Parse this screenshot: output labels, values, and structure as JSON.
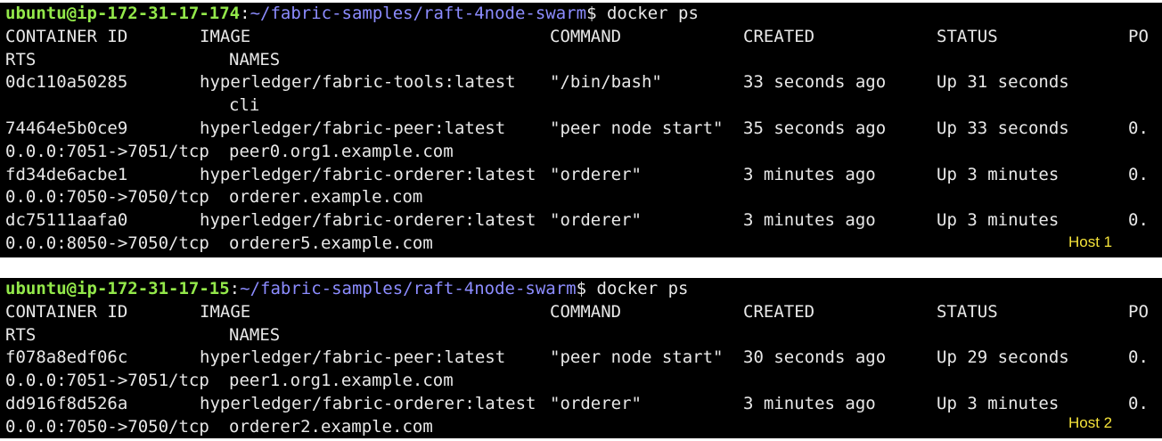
{
  "hosts": [
    {
      "prompt_user_host": "ubuntu@ip-172-31-17-174",
      "prompt_colon": ":",
      "prompt_path": "~/fabric-samples/raft-4node-swarm",
      "prompt_dollar": "$ ",
      "command": "docker ps",
      "header": {
        "container_id": "CONTAINER ID",
        "image": "IMAGE",
        "command": "COMMAND",
        "created": "CREATED",
        "status": "STATUS",
        "ports_head": "PO",
        "ports_tail": "RTS",
        "names": "NAMES"
      },
      "rows": [
        {
          "container_id": "0dc110a50285",
          "image": "hyperledger/fabric-tools:latest",
          "command": "\"/bin/bash\"",
          "created": "33 seconds ago",
          "status": "Up 31 seconds",
          "ports_head": "",
          "ports_tail": "",
          "names": "cli"
        },
        {
          "container_id": "74464e5b0ce9",
          "image": "hyperledger/fabric-peer:latest",
          "command": "\"peer node start\"",
          "created": "35 seconds ago",
          "status": "Up 33 seconds",
          "ports_head": "0.",
          "ports_tail": "0.0.0:7051->7051/tcp",
          "names": "peer0.org1.example.com"
        },
        {
          "container_id": "fd34de6acbe1",
          "image": "hyperledger/fabric-orderer:latest",
          "command": "\"orderer\"",
          "created": "3 minutes ago",
          "status": "Up 3 minutes",
          "ports_head": "0.",
          "ports_tail": "0.0.0:7050->7050/tcp",
          "names": "orderer.example.com"
        },
        {
          "container_id": "dc75111aafa0",
          "image": "hyperledger/fabric-orderer:latest",
          "command": "\"orderer\"",
          "created": "3 minutes ago",
          "status": "Up 3 minutes",
          "ports_head": "0.",
          "ports_tail": "0.0.0:8050->7050/tcp",
          "names": "orderer5.example.com"
        }
      ],
      "label": "Host 1"
    },
    {
      "prompt_user_host": "ubuntu@ip-172-31-17-15",
      "prompt_colon": ":",
      "prompt_path": "~/fabric-samples/raft-4node-swarm",
      "prompt_dollar": "$ ",
      "command": "docker ps",
      "header": {
        "container_id": "CONTAINER ID",
        "image": "IMAGE",
        "command": "COMMAND",
        "created": "CREATED",
        "status": "STATUS",
        "ports_head": "PO",
        "ports_tail": "RTS",
        "names": "NAMES"
      },
      "rows": [
        {
          "container_id": "f078a8edf06c",
          "image": "hyperledger/fabric-peer:latest",
          "command": "\"peer node start\"",
          "created": "30 seconds ago",
          "status": "Up 29 seconds",
          "ports_head": "0.",
          "ports_tail": "0.0.0:7051->7051/tcp",
          "names": "peer1.org1.example.com"
        },
        {
          "container_id": "dd916f8d526a",
          "image": "hyperledger/fabric-orderer:latest",
          "command": "\"orderer\"",
          "created": "3 minutes ago",
          "status": "Up 3 minutes",
          "ports_head": "0.",
          "ports_tail": "0.0.0:7050->7050/tcp",
          "names": "orderer2.example.com"
        }
      ],
      "label": "Host 2"
    }
  ],
  "colors": {
    "terminal_background": "#000000",
    "terminal_text": "#e8e8e8",
    "prompt_user": "#93e84a",
    "prompt_path": "#8c8cff",
    "host_label": "#f5e33a"
  }
}
